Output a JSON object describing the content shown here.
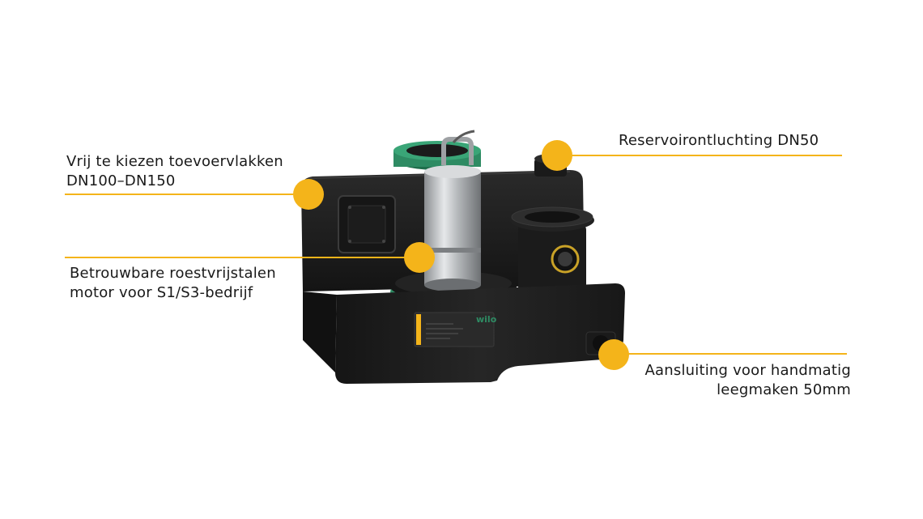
{
  "accent_color": "#f4b41a",
  "callouts": [
    {
      "id": "inlet",
      "line1": "Vrij te kiezen toevoervlakken",
      "line2": "DN100–DN150",
      "icon": "callout-dot"
    },
    {
      "id": "motor",
      "line1": "Betrouwbare roestvrijstalen",
      "line2": "motor voor S1/S3-bedrijf",
      "icon": "callout-dot"
    },
    {
      "id": "vent",
      "line1": "Reservoirontluchting DN50",
      "line2": "",
      "icon": "callout-dot"
    },
    {
      "id": "drain",
      "line1": "Aansluiting voor handmatig",
      "line2": "leegmaken 50mm",
      "icon": "callout-dot"
    }
  ],
  "product": {
    "brand_logo": "wilo",
    "colors": {
      "body": "#1f1f1f",
      "body_light": "#2c2c2c",
      "flange_green": "#2e8b63",
      "steel": "#b9bcbf"
    }
  }
}
